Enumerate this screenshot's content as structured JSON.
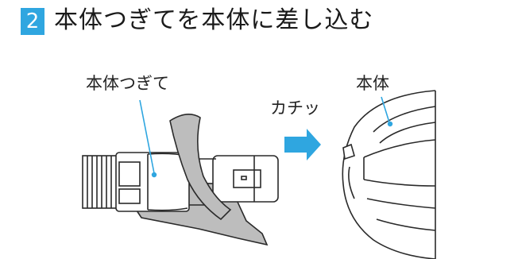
{
  "step": {
    "number": "2",
    "title": "本体つぎてを本体に差し込む"
  },
  "labels": {
    "joint": "本体つぎて",
    "click": "カチッ",
    "body": "本体"
  },
  "colors": {
    "accent": "#2fa6e0",
    "arrow": "#2fa6e0",
    "line": "#2a2a2a",
    "shade": "#bdbdbd",
    "light_shade": "#dcdcdc"
  }
}
